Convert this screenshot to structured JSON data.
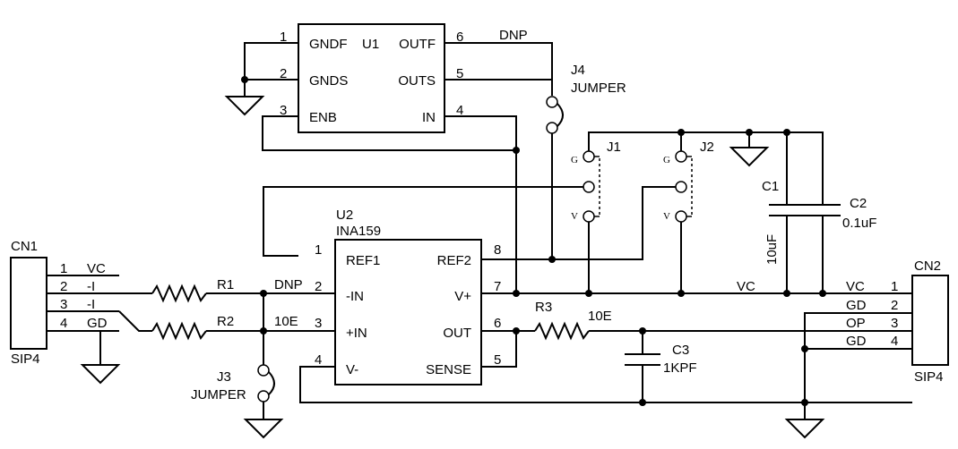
{
  "u1": {
    "ref": "U1",
    "pins": [
      {
        "num": "1",
        "name": "GNDF"
      },
      {
        "num": "2",
        "name": "GNDS"
      },
      {
        "num": "3",
        "name": "ENB"
      },
      {
        "num": "6",
        "name": "OUTF"
      },
      {
        "num": "5",
        "name": "OUTS"
      },
      {
        "num": "4",
        "name": "IN"
      }
    ],
    "dnp": "DNP"
  },
  "j4": {
    "ref": "J4",
    "value": "JUMPER"
  },
  "j1": {
    "ref": "J1",
    "g": "G",
    "v": "V"
  },
  "j2": {
    "ref": "J2",
    "g": "G",
    "v": "V"
  },
  "c1": {
    "ref": "C1",
    "value": "10uF"
  },
  "c2": {
    "ref": "C2",
    "value": "0.1uF"
  },
  "u2": {
    "ref": "U2",
    "part": "INA159",
    "pins": [
      {
        "num": "1",
        "name": "REF1"
      },
      {
        "num": "2",
        "name": "-IN"
      },
      {
        "num": "3",
        "name": "+IN"
      },
      {
        "num": "4",
        "name": "V-"
      },
      {
        "num": "8",
        "name": "REF2"
      },
      {
        "num": "7",
        "name": "V+"
      },
      {
        "num": "6",
        "name": "OUT"
      },
      {
        "num": "5",
        "name": "SENSE"
      }
    ]
  },
  "cn1": {
    "ref": "CN1",
    "type": "SIP4",
    "pins": [
      {
        "num": "1",
        "name": "VC"
      },
      {
        "num": "2",
        "name": "-I"
      },
      {
        "num": "3",
        "name": "-I"
      },
      {
        "num": "4",
        "name": "GD"
      }
    ]
  },
  "r1": {
    "ref": "R1",
    "value": "DNP"
  },
  "r2": {
    "ref": "R2",
    "value": "10E"
  },
  "r3": {
    "ref": "R3",
    "value": "10E"
  },
  "j3": {
    "ref": "J3",
    "value": "JUMPER"
  },
  "c3": {
    "ref": "C3",
    "value": "1KPF"
  },
  "vc_net": "VC",
  "cn2": {
    "ref": "CN2",
    "type": "SIP4",
    "pins": [
      {
        "num": "1",
        "name": "VC"
      },
      {
        "num": "2",
        "name": "GD"
      },
      {
        "num": "3",
        "name": "OP"
      },
      {
        "num": "4",
        "name": "GD"
      }
    ]
  }
}
